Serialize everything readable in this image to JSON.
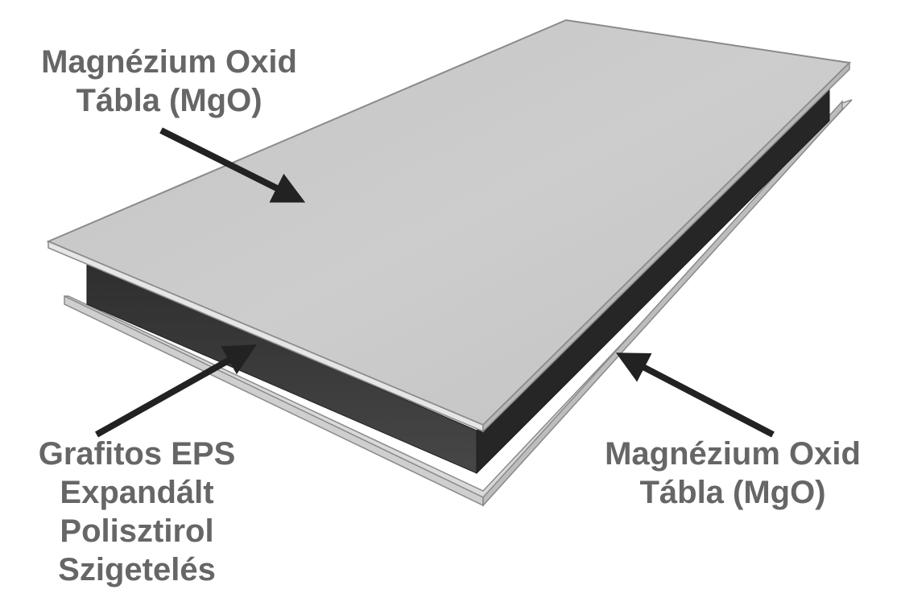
{
  "labels": {
    "top_board": {
      "line1": "Magnézium Oxid",
      "line2": "Tábla (MgO)"
    },
    "bottom_board": {
      "line1": "Magnézium Oxid",
      "line2": "Tábla (MgO)"
    },
    "core": {
      "line1": "Grafitos EPS",
      "line2": "Expandált",
      "line3": "Polisztirol",
      "line4": "Szigetelés"
    }
  },
  "colors": {
    "label_text": "#666666",
    "board_top": "#c9c9c9",
    "board_edge": "#e2e2e2",
    "core": "#3a3a3a",
    "arrow": "#222222"
  }
}
